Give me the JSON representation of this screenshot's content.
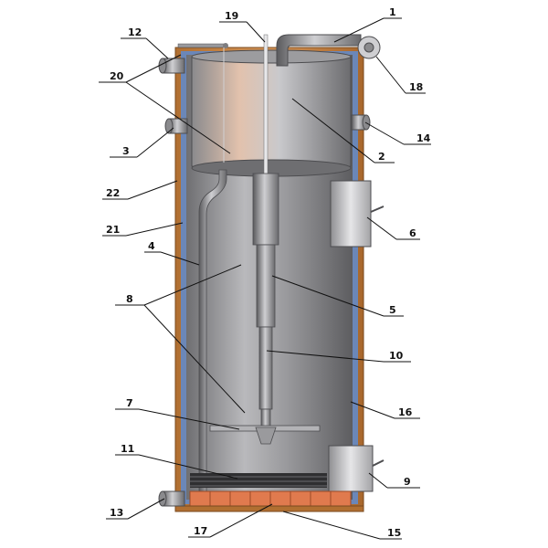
{
  "callouts": [
    {
      "id": "1",
      "label": "1"
    },
    {
      "id": "2",
      "label": "2"
    },
    {
      "id": "3",
      "label": "3"
    },
    {
      "id": "4",
      "label": "4"
    },
    {
      "id": "5",
      "label": "5"
    },
    {
      "id": "6",
      "label": "6"
    },
    {
      "id": "7",
      "label": "7"
    },
    {
      "id": "8",
      "label": "8"
    },
    {
      "id": "9",
      "label": "9"
    },
    {
      "id": "10",
      "label": "10"
    },
    {
      "id": "11",
      "label": "11"
    },
    {
      "id": "12",
      "label": "12"
    },
    {
      "id": "13",
      "label": "13"
    },
    {
      "id": "14",
      "label": "14"
    },
    {
      "id": "15",
      "label": "15"
    },
    {
      "id": "16",
      "label": "16"
    },
    {
      "id": "17",
      "label": "17"
    },
    {
      "id": "18",
      "label": "18"
    },
    {
      "id": "19",
      "label": "19"
    },
    {
      "id": "20",
      "label": "20"
    },
    {
      "id": "21",
      "label": "21"
    },
    {
      "id": "22",
      "label": "22"
    }
  ],
  "colors": {
    "outer_shell": "#c8813e",
    "water_jacket": "#6b87b8",
    "steel_dark": "#7d7d80",
    "steel_light": "#d6d6d8",
    "firebrick": "#e07a4e"
  }
}
